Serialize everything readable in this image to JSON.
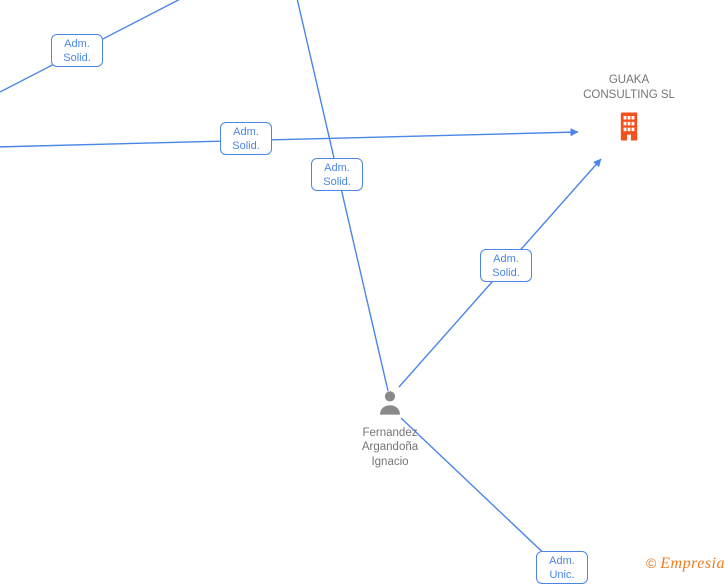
{
  "colors": {
    "edge_blue": "#4a86e8",
    "company_icon_orange": "#f4511e",
    "person_icon_gray": "#8a8a8a",
    "node_text_gray": "#757575",
    "brand_orange": "#ee7d21"
  },
  "edge_labels": [
    {
      "line1": "Adm.",
      "line2": "Solid."
    },
    {
      "line1": "Adm.",
      "line2": "Solid."
    },
    {
      "line1": "Adm.",
      "line2": "Solid."
    },
    {
      "line1": "Adm.",
      "line2": "Solid."
    },
    {
      "line1": "Adm.",
      "line2": "Unic."
    }
  ],
  "nodes": {
    "company": {
      "line1": "GUAKA",
      "line2": "CONSULTING SL"
    },
    "person": {
      "line1": "Fernandez",
      "line2": "Argandoña",
      "line3": "Ignacio"
    }
  },
  "watermark": {
    "copyright": "©",
    "brand": "Empresia"
  }
}
